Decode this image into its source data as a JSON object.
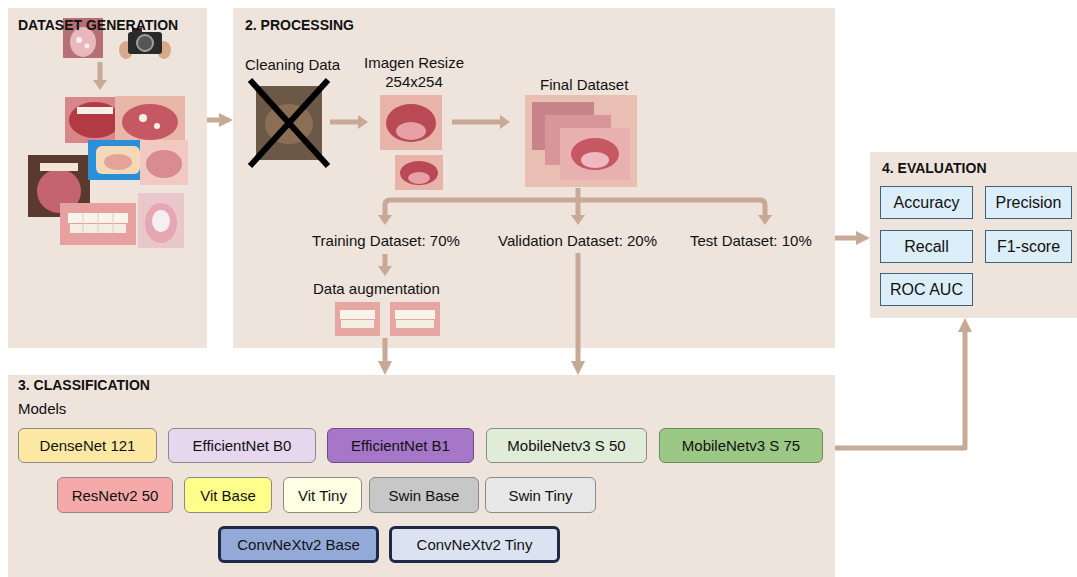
{
  "diagram": {
    "nodes": [
      {
        "text": [
          "DATASET GENERATION"
        ]
      },
      {
        "text": [
          "2. PROCESSING"
        ]
      },
      {
        "text": [
          "4. EVALUATION"
        ]
      },
      {
        "text": [
          "Accuracy"
        ],
        "in": 2
      },
      {
        "text": [
          "Precision"
        ],
        "in": 2
      },
      {
        "text": [
          "Recall"
        ],
        "in": 2
      },
      {
        "text": [
          "F1-score"
        ],
        "in": 2
      },
      {
        "text": [
          "ROC AUC"
        ],
        "in": 2
      },
      {
        "text": [
          "3. CLASSIFICATION",
          "Models"
        ]
      },
      {
        "text": [
          "DenseNet 121"
        ],
        "in": 8
      },
      {
        "text": [
          "EfficientNet B0"
        ],
        "in": 8
      },
      {
        "text": [
          "EfficientNet B1"
        ],
        "in": 8
      },
      {
        "text": [
          "MobileNetv3 S 50"
        ],
        "in": 8
      },
      {
        "text": [
          "MobileNetv3 S 75"
        ],
        "in": 8
      },
      {
        "text": [
          "ResNetv2 50"
        ],
        "in": 8
      },
      {
        "text": [
          "Vit Base"
        ],
        "in": 8
      },
      {
        "text": [
          "Vit Tiny"
        ],
        "in": 8
      },
      {
        "text": [
          "Swin Base"
        ],
        "in": 8
      },
      {
        "text": [
          "Swin Tiny"
        ],
        "in": 8
      },
      {
        "text": [
          "ConvNeXtv2 Base"
        ],
        "in": 8
      },
      {
        "text": [
          "ConvNeXtv2 Tiny"
        ],
        "in": 8
      }
    ],
    "edges": [
      {
        "from": 0,
        "to": 1,
        "arrow": "to"
      },
      {
        "from": 1,
        "to": 8,
        "arrow": "to"
      },
      {
        "from": 1,
        "to": 8,
        "arrow": "to"
      },
      {
        "from": 1,
        "to": 2,
        "arrow": "to"
      },
      {
        "from": 8,
        "to": 2,
        "arrow": "to"
      }
    ],
    "labels": [
      "Cleaning Data",
      "Imagen Resize 254x254",
      "Final Dataset",
      "Training Dataset: 70%",
      "Validation Dataset: 20%",
      "Test Dataset: 10%",
      "Data augmentation"
    ]
  }
}
